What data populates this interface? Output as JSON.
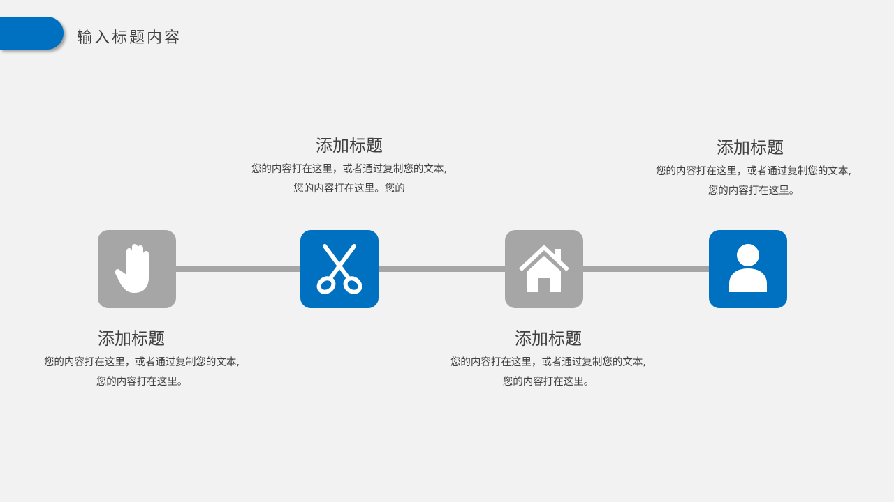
{
  "header": {
    "title": "输入标题内容"
  },
  "colors": {
    "accent": "#0070c0",
    "neutral": "#a6a6a6",
    "background": "#f2f2f2"
  },
  "steps": [
    {
      "icon": "hand-icon",
      "title": "添加标题",
      "desc": "您的内容打在这里，或者通过复制您的文本, 您的内容打在这里。"
    },
    {
      "icon": "scissors-icon",
      "title": "添加标题",
      "desc": "您的内容打在这里，或者通过复制您的文本, 您的内容打在这里。您的"
    },
    {
      "icon": "home-icon",
      "title": "添加标题",
      "desc": "您的内容打在这里，或者通过复制您的文本, 您的内容打在这里。"
    },
    {
      "icon": "user-icon",
      "title": "添加标题",
      "desc": "您的内容打在这里，或者通过复制您的文本, 您的内容打在这里。"
    }
  ]
}
